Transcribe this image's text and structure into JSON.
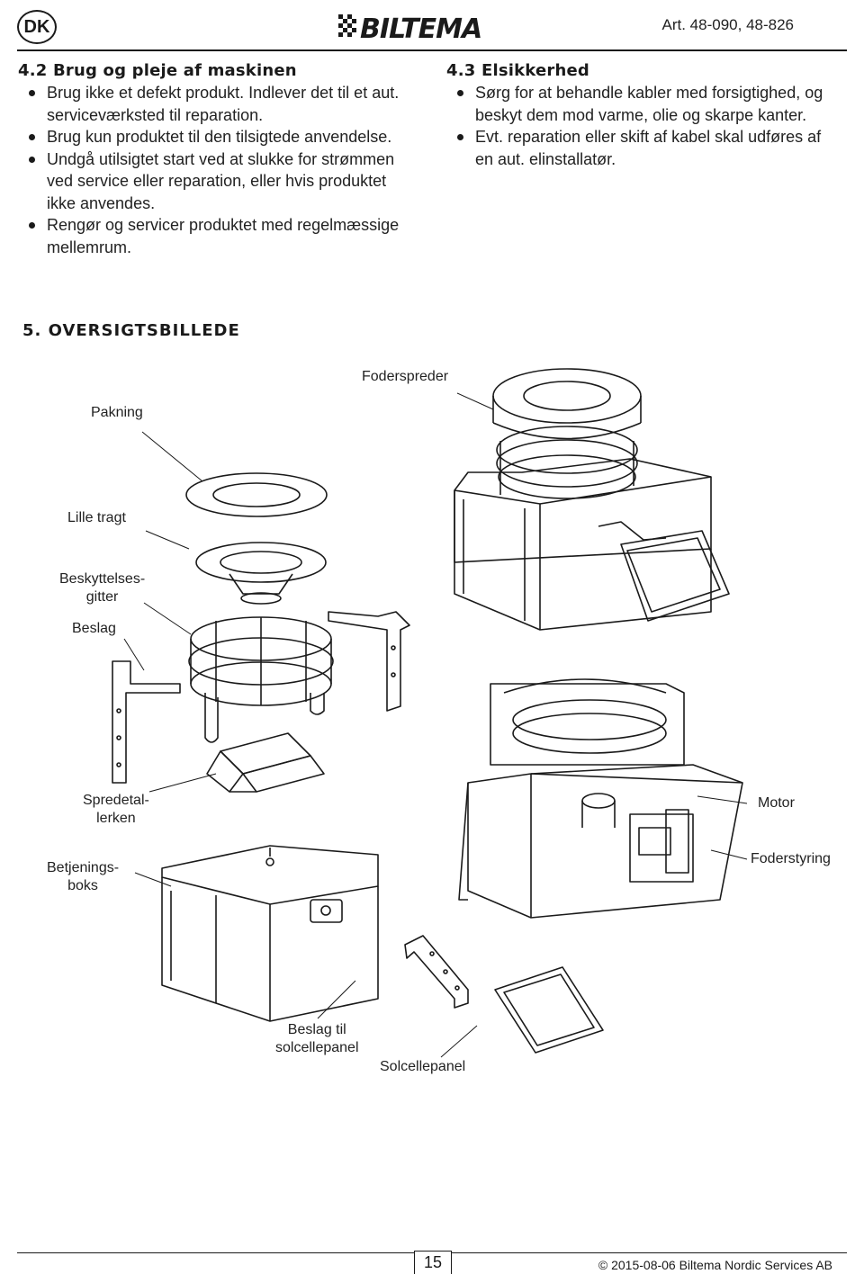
{
  "header": {
    "lang": "DK",
    "brand": "BILTEMA",
    "article": "Art. 48-090, 48-826"
  },
  "sec42": {
    "title": "4.2 Brug og pleje af maskinen",
    "items": [
      "Brug ikke et defekt produkt. Indlever det til et aut. serviceværksted til reparation.",
      "Brug kun produktet til den tilsigtede anvendelse.",
      "Undgå utilsigtet start ved at slukke for strømmen ved service eller reparation, eller hvis produktet ikke anvendes.",
      "Rengør og servicer produktet med regelmæssige mellemrum."
    ]
  },
  "sec43": {
    "title": "4.3 Elsikkerhed",
    "items": [
      "Sørg for at behandle kabler med forsigtighed, og beskyt dem mod varme, olie og skarpe kanter.",
      "Evt. reparation eller skift af kabel skal udføres af en aut. elinstallatør."
    ]
  },
  "sec5": {
    "title": "5. OVERSIGTSBILLEDE"
  },
  "labels": {
    "foderspreder": "Foderspreder",
    "pakning": "Pakning",
    "lille_tragt": "Lille tragt",
    "beskyttelsesgitter_1": "Beskyttelses-",
    "beskyttelsesgitter_2": "gitter",
    "beslag": "Beslag",
    "spredetallerken_1": "Spredetal-",
    "spredetallerken_2": "lerken",
    "motor": "Motor",
    "betjeningsboks_1": "Betjenings-",
    "betjeningsboks_2": "boks",
    "foderstyring": "Foderstyring",
    "beslag_sol_1": "Beslag til",
    "beslag_sol_2": "solcellepanel",
    "solcellepanel": "Solcellepanel"
  },
  "footer": {
    "page": "15",
    "copyright": "© 2015-08-06 Biltema Nordic Services AB"
  }
}
